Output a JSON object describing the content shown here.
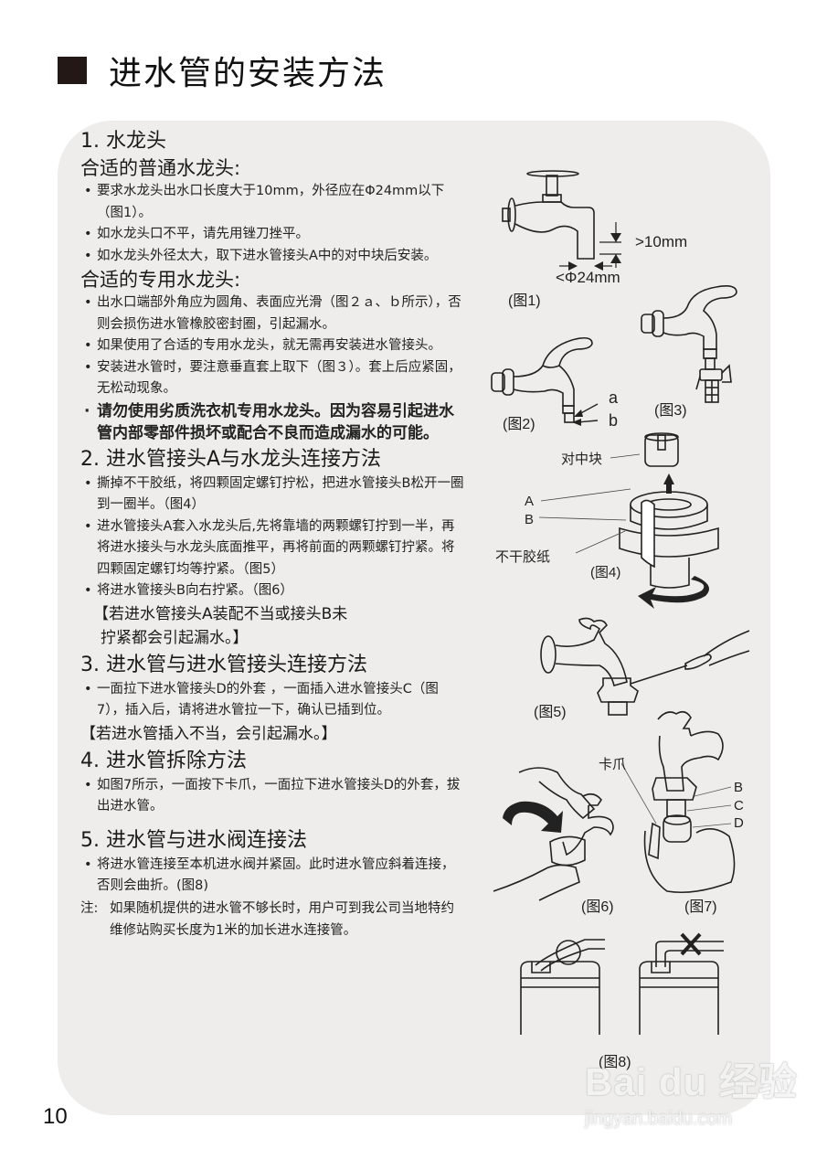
{
  "title": "进水管的安装方法",
  "page_number": "10",
  "sections": {
    "s1": {
      "heading": "1. 水龙头",
      "sub1": {
        "heading": "合适的普通水龙头:",
        "items": [
          "要求水龙头出水口长度大于10mm，外径应在Φ24mm以下（图1）。",
          "如水龙头口不平，请先用锉刀挫平。",
          "如水龙头外径太大，取下进水管接头A中的对中块后安装。"
        ]
      },
      "sub2": {
        "heading": "合适的专用水龙头:",
        "items": [
          "出水口端部外角应为圆角、表面应光滑（图２ａ、ｂ所示），否则会损伤进水管橡胶密封圈，引起漏水。",
          "如果使用了合适的专用水龙头，就无需再安装进水管接头。",
          "安装进水管时，要注意垂直套上取下（图３）。套上后应紧固，无松动现象。"
        ],
        "warning": "请勿使用劣质洗衣机专用水龙头。因为容易引起进水管内部零部件损坏或配合不良而造成漏水的可能。"
      }
    },
    "s2": {
      "heading": "2. 进水管接头A与水龙头连接方法",
      "items": [
        "撕掉不干胶纸，将四颗固定螺钉拧松，把进水管接头B松开一圈到一圈半。（图4）",
        "进水管接头A套入水龙头后,先将靠墙的两颗螺钉拧到一半，再将进水接头与水龙头底面推平，再将前面的两颗螺钉拧紧。将四颗固定螺钉均等拧紧。（图5）",
        "将进水管接头B向右拧紧。（图6）"
      ],
      "note_line1": "【若进水管接头A装配不当或接头B未",
      "note_line2": "拧紧都会引起漏水。】"
    },
    "s3": {
      "heading": "3. 进水管与进水管接头连接方法",
      "items": [
        "一面拉下进水管接头D的外套 ，一面插入进水管接头C（图7），插入后，请将进水管拉一下，确认已插到位。"
      ],
      "note": "【若进水管插入不当，会引起漏水。】"
    },
    "s4": {
      "heading": "4. 进水管拆除方法",
      "items": [
        "如图7所示，一面按下卡爪，一面拉下进水管接头D的外套，拔出进水管。"
      ]
    },
    "s5": {
      "heading": "5. 进水管与进水阀连接法",
      "items": [
        "将进水管连接至本机进水阀并紧固。此时进水管应斜着连接，否则会曲折。(图8)"
      ],
      "note_label": "注:",
      "note_text": "如果随机提供的进水管不够长时，用户可到我公司当地特约维修站购买长度为1米的加长进水连接管。"
    }
  },
  "figures": {
    "fig1": {
      "caption": "(图1)",
      "dim_length": ">10mm",
      "dim_diameter": "<Φ24mm"
    },
    "fig2": {
      "caption": "(图2)",
      "label_a": "a",
      "label_b": "b"
    },
    "fig3": {
      "caption": "(图3)"
    },
    "fig4": {
      "caption": "(图4)",
      "label_center_block": "对中块",
      "label_A": "A",
      "label_B": "B",
      "label_sticker": "不干胶纸"
    },
    "fig5": {
      "caption": "(图5)"
    },
    "fig6": {
      "caption": "(图6)"
    },
    "fig7": {
      "caption": "(图7)",
      "label_claw": "卡爪",
      "label_B": "B",
      "label_C": "C",
      "label_D": "D"
    },
    "fig8": {
      "caption": "(图8)"
    }
  },
  "watermark": {
    "brand": "Bai du 经验",
    "url": "jingyan.baidu.com"
  }
}
